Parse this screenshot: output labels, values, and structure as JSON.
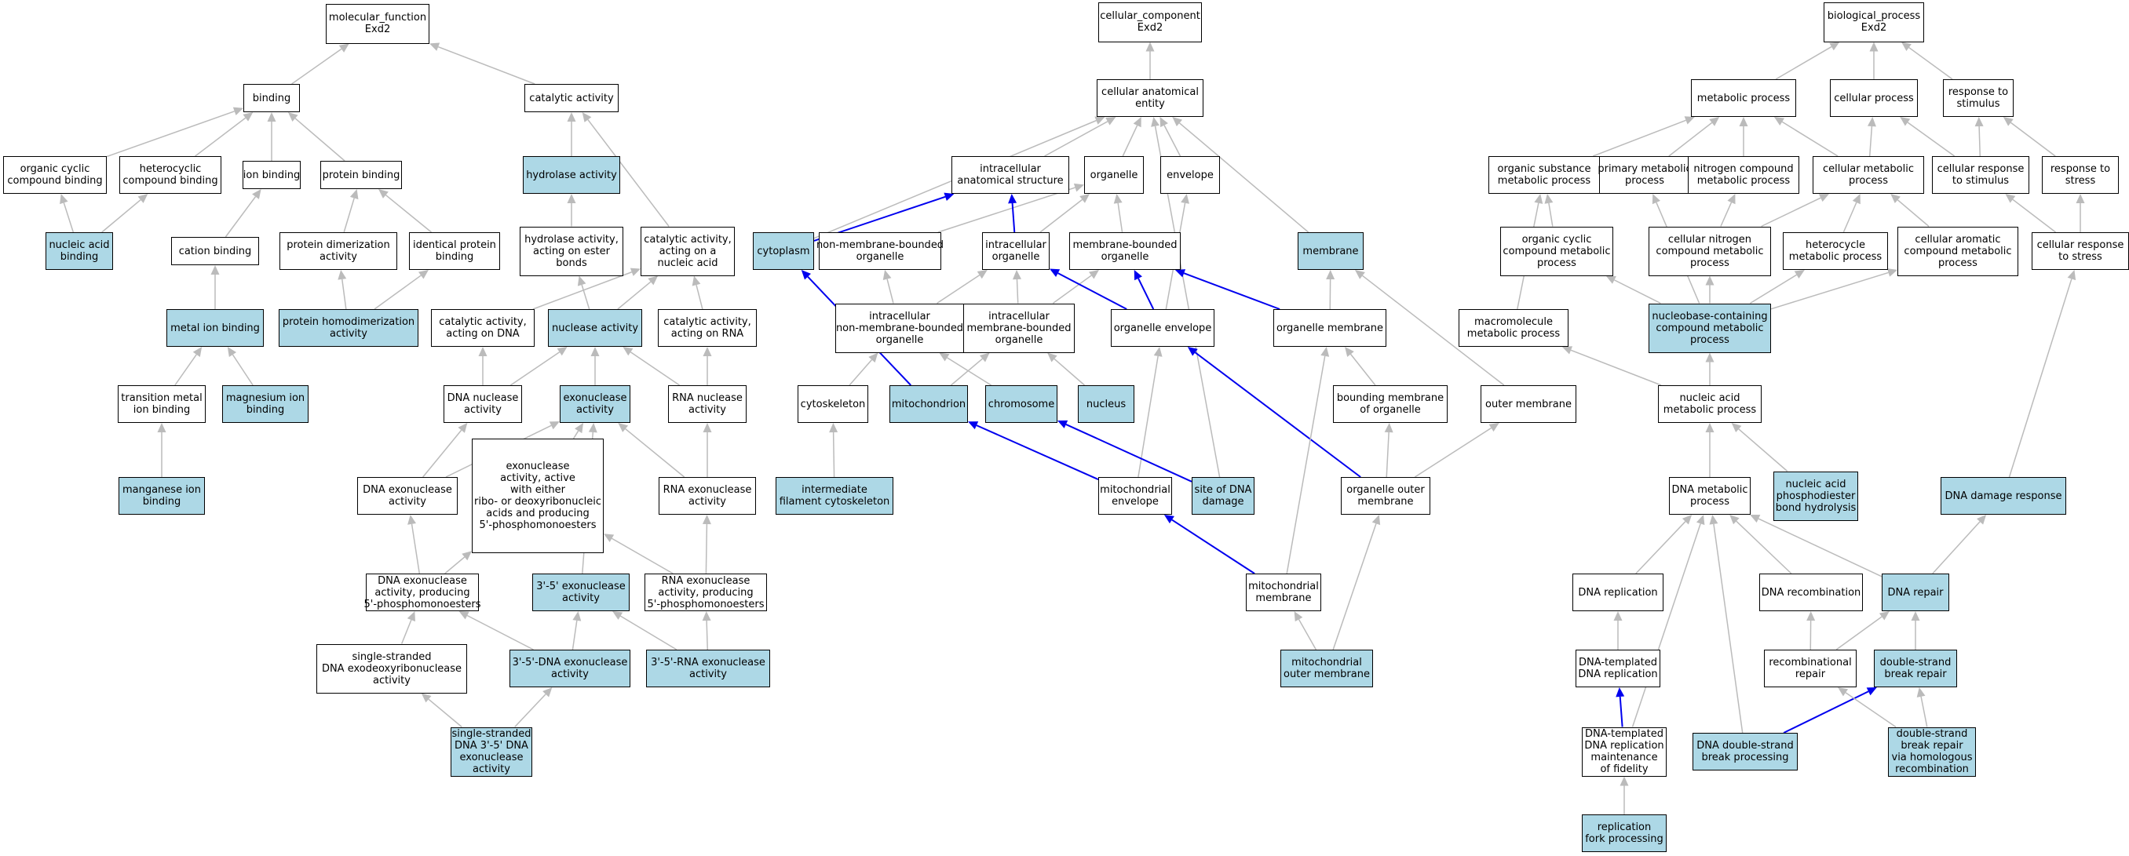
{
  "colors": {
    "node_highlight": "#add8e6",
    "node_plain": "#ffffff",
    "edge_is_a": "#bbbbbb",
    "edge_part_of": "#0000ee"
  },
  "nodes": [
    {
      "id": "mf",
      "label": "molecular_function\nExd2",
      "hl": false
    },
    {
      "id": "binding",
      "label": "binding",
      "hl": false
    },
    {
      "id": "catalytic",
      "label": "catalytic activity",
      "hl": false
    },
    {
      "id": "ocb",
      "label": "organic cyclic\ncompound binding",
      "hl": false
    },
    {
      "id": "hcb",
      "label": "heterocyclic\ncompound binding",
      "hl": false
    },
    {
      "id": "ionb",
      "label": "ion binding",
      "hl": false
    },
    {
      "id": "protb",
      "label": "protein binding",
      "hl": false
    },
    {
      "id": "hydrolase",
      "label": "hydrolase activity",
      "hl": true
    },
    {
      "id": "nab",
      "label": "nucleic acid\nbinding",
      "hl": true
    },
    {
      "id": "cationb",
      "label": "cation binding",
      "hl": false
    },
    {
      "id": "pdimer",
      "label": "protein dimerization\nactivity",
      "hl": false
    },
    {
      "id": "ipb",
      "label": "identical protein\nbinding",
      "hl": false
    },
    {
      "id": "hydroester",
      "label": "hydrolase activity,\nacting on ester\nbonds",
      "hl": false
    },
    {
      "id": "catna",
      "label": "catalytic activity,\nacting on a\nnucleic acid",
      "hl": false
    },
    {
      "id": "metalb",
      "label": "metal ion binding",
      "hl": true
    },
    {
      "id": "phomo",
      "label": "protein homodimerization\nactivity",
      "hl": true
    },
    {
      "id": "catdna",
      "label": "catalytic activity,\nacting on DNA",
      "hl": false
    },
    {
      "id": "nuclease",
      "label": "nuclease activity",
      "hl": true
    },
    {
      "id": "catrna",
      "label": "catalytic activity,\nacting on RNA",
      "hl": false
    },
    {
      "id": "tmb",
      "label": "transition metal\nion binding",
      "hl": false
    },
    {
      "id": "mgb",
      "label": "magnesium ion\nbinding",
      "hl": true
    },
    {
      "id": "dnanuc",
      "label": "DNA nuclease\nactivity",
      "hl": false
    },
    {
      "id": "exonuc",
      "label": "exonuclease\nactivity",
      "hl": true
    },
    {
      "id": "rnanuc",
      "label": "RNA nuclease\nactivity",
      "hl": false
    },
    {
      "id": "mnb",
      "label": "manganese ion\nbinding",
      "hl": true
    },
    {
      "id": "dnaexo",
      "label": "DNA exonuclease\nactivity",
      "hl": false
    },
    {
      "id": "exoribo",
      "label": "exonuclease\nactivity, active\nwith either\nribo- or deoxyribonucleic\nacids and producing\n5'-phosphomonoesters",
      "hl": false
    },
    {
      "id": "rnaexo",
      "label": "RNA exonuclease\nactivity",
      "hl": false
    },
    {
      "id": "dnaexo5p",
      "label": "DNA exonuclease\nactivity, producing\n5'-phosphomonoesters",
      "hl": false
    },
    {
      "id": "exo35",
      "label": "3'-5' exonuclease\nactivity",
      "hl": true
    },
    {
      "id": "rnaexo5p",
      "label": "RNA exonuclease\nactivity, producing\n5'-phosphomonoesters",
      "hl": false
    },
    {
      "id": "ssdnaexo",
      "label": "single-stranded\nDNA exodeoxyribonuclease\nactivity",
      "hl": false
    },
    {
      "id": "dnaexo35",
      "label": "3'-5'-DNA exonuclease\nactivity",
      "hl": true
    },
    {
      "id": "rnaexo35",
      "label": "3'-5'-RNA exonuclease\nactivity",
      "hl": true
    },
    {
      "id": "ssdna35",
      "label": "single-stranded\nDNA 3'-5' DNA\nexonuclease\nactivity",
      "hl": true
    },
    {
      "id": "cc",
      "label": "cellular_component\nExd2",
      "hl": false
    },
    {
      "id": "cae",
      "label": "cellular anatomical\nentity",
      "hl": false
    },
    {
      "id": "ias",
      "label": "intracellular\nanatomical structure",
      "hl": false
    },
    {
      "id": "organelle",
      "label": "organelle",
      "hl": false
    },
    {
      "id": "envelope",
      "label": "envelope",
      "hl": false
    },
    {
      "id": "cytoplasm",
      "label": "cytoplasm",
      "hl": true
    },
    {
      "id": "nmbo",
      "label": "non-membrane-bounded\norganelle",
      "hl": false
    },
    {
      "id": "io",
      "label": "intracellular\norganelle",
      "hl": false
    },
    {
      "id": "mbo",
      "label": "membrane-bounded\norganelle",
      "hl": false
    },
    {
      "id": "membrane",
      "label": "membrane",
      "hl": true
    },
    {
      "id": "inmbo",
      "label": "intracellular\nnon-membrane-bounded\norganelle",
      "hl": false
    },
    {
      "id": "imbo",
      "label": "intracellular\nmembrane-bounded\norganelle",
      "hl": false
    },
    {
      "id": "oenv",
      "label": "organelle envelope",
      "hl": false
    },
    {
      "id": "omem",
      "label": "organelle membrane",
      "hl": false
    },
    {
      "id": "cytoskel",
      "label": "cytoskeleton",
      "hl": false
    },
    {
      "id": "mito",
      "label": "mitochondrion",
      "hl": true
    },
    {
      "id": "chrom",
      "label": "chromosome",
      "hl": true
    },
    {
      "id": "nucleus",
      "label": "nucleus",
      "hl": true
    },
    {
      "id": "bmo",
      "label": "bounding membrane\nof organelle",
      "hl": false
    },
    {
      "id": "outerm",
      "label": "outer membrane",
      "hl": false
    },
    {
      "id": "ifc",
      "label": "intermediate\nfilament cytoskeleton",
      "hl": true
    },
    {
      "id": "mitoenv",
      "label": "mitochondrial\nenvelope",
      "hl": false
    },
    {
      "id": "sdd",
      "label": "site of DNA\ndamage",
      "hl": true
    },
    {
      "id": "oom",
      "label": "organelle outer\nmembrane",
      "hl": false
    },
    {
      "id": "mitomem",
      "label": "mitochondrial\nmembrane",
      "hl": false
    },
    {
      "id": "mom",
      "label": "mitochondrial\nouter membrane",
      "hl": true
    },
    {
      "id": "bp",
      "label": "biological_process\nExd2",
      "hl": false
    },
    {
      "id": "metproc",
      "label": "metabolic process",
      "hl": false
    },
    {
      "id": "cellproc",
      "label": "cellular process",
      "hl": false
    },
    {
      "id": "rts",
      "label": "response to\nstimulus",
      "hl": false
    },
    {
      "id": "osmp",
      "label": "organic substance\nmetabolic process",
      "hl": false
    },
    {
      "id": "pmp",
      "label": "primary metabolic\nprocess",
      "hl": false
    },
    {
      "id": "ncmp",
      "label": "nitrogen compound\nmetabolic process",
      "hl": false
    },
    {
      "id": "cmp",
      "label": "cellular metabolic\nprocess",
      "hl": false
    },
    {
      "id": "crts",
      "label": "cellular response\nto stimulus",
      "hl": false
    },
    {
      "id": "rtstress",
      "label": "response to\nstress",
      "hl": false
    },
    {
      "id": "occmp",
      "label": "organic cyclic\ncompound metabolic\nprocess",
      "hl": false
    },
    {
      "id": "cncmp",
      "label": "cellular nitrogen\ncompound metabolic\nprocess",
      "hl": false
    },
    {
      "id": "hmp",
      "label": "heterocycle\nmetabolic process",
      "hl": false
    },
    {
      "id": "cacmp",
      "label": "cellular aromatic\ncompound metabolic\nprocess",
      "hl": false
    },
    {
      "id": "crtstress",
      "label": "cellular response\nto stress",
      "hl": false
    },
    {
      "id": "mmp",
      "label": "macromolecule\nmetabolic process",
      "hl": false
    },
    {
      "id": "nbcmp",
      "label": "nucleobase-containing\ncompound metabolic\nprocess",
      "hl": true
    },
    {
      "id": "namp",
      "label": "nucleic acid\nmetabolic process",
      "hl": false
    },
    {
      "id": "dnamp",
      "label": "DNA metabolic\nprocess",
      "hl": false
    },
    {
      "id": "napbh",
      "label": "nucleic acid\nphosphodiester\nbond hydrolysis",
      "hl": true
    },
    {
      "id": "ddr",
      "label": "DNA damage response",
      "hl": true
    },
    {
      "id": "dnarep",
      "label": "DNA replication",
      "hl": false
    },
    {
      "id": "dnarecomb",
      "label": "DNA recombination",
      "hl": false
    },
    {
      "id": "dnarepair",
      "label": "DNA repair",
      "hl": true
    },
    {
      "id": "dtdr",
      "label": "DNA-templated\nDNA replication",
      "hl": false
    },
    {
      "id": "recrep",
      "label": "recombinational\nrepair",
      "hl": false
    },
    {
      "id": "dsbr",
      "label": "double-strand\nbreak repair",
      "hl": true
    },
    {
      "id": "dtdrmf",
      "label": "DNA-templated\nDNA replication\nmaintenance\nof fidelity",
      "hl": false
    },
    {
      "id": "dsbp",
      "label": "DNA double-strand\nbreak processing",
      "hl": true
    },
    {
      "id": "dsbrhr",
      "label": "double-strand\nbreak repair\nvia homologous\nrecombination",
      "hl": true
    },
    {
      "id": "rfp",
      "label": "replication\nfork processing",
      "hl": true
    }
  ],
  "edges": [
    [
      "binding",
      "mf",
      "is_a"
    ],
    [
      "catalytic",
      "mf",
      "is_a"
    ],
    [
      "ocb",
      "binding",
      "is_a"
    ],
    [
      "hcb",
      "binding",
      "is_a"
    ],
    [
      "ionb",
      "binding",
      "is_a"
    ],
    [
      "protb",
      "binding",
      "is_a"
    ],
    [
      "hydrolase",
      "catalytic",
      "is_a"
    ],
    [
      "catna",
      "catalytic",
      "is_a"
    ],
    [
      "nab",
      "ocb",
      "is_a"
    ],
    [
      "nab",
      "hcb",
      "is_a"
    ],
    [
      "cationb",
      "ionb",
      "is_a"
    ],
    [
      "metalb",
      "cationb",
      "is_a"
    ],
    [
      "pdimer",
      "protb",
      "is_a"
    ],
    [
      "ipb",
      "protb",
      "is_a"
    ],
    [
      "phomo",
      "pdimer",
      "is_a"
    ],
    [
      "phomo",
      "ipb",
      "is_a"
    ],
    [
      "hydroester",
      "hydrolase",
      "is_a"
    ],
    [
      "catdna",
      "catna",
      "is_a"
    ],
    [
      "catrna",
      "catna",
      "is_a"
    ],
    [
      "nuclease",
      "hydroester",
      "is_a"
    ],
    [
      "nuclease",
      "catna",
      "is_a"
    ],
    [
      "tmb",
      "metalb",
      "is_a"
    ],
    [
      "mgb",
      "metalb",
      "is_a"
    ],
    [
      "mnb",
      "tmb",
      "is_a"
    ],
    [
      "dnanuc",
      "catdna",
      "is_a"
    ],
    [
      "dnanuc",
      "nuclease",
      "is_a"
    ],
    [
      "exonuc",
      "nuclease",
      "is_a"
    ],
    [
      "rnanuc",
      "nuclease",
      "is_a"
    ],
    [
      "rnanuc",
      "catrna",
      "is_a"
    ],
    [
      "dnaexo",
      "dnanuc",
      "is_a"
    ],
    [
      "dnaexo",
      "exonuc",
      "is_a"
    ],
    [
      "exoribo",
      "exonuc",
      "is_a"
    ],
    [
      "rnaexo",
      "rnanuc",
      "is_a"
    ],
    [
      "rnaexo",
      "exonuc",
      "is_a"
    ],
    [
      "dnaexo5p",
      "dnaexo",
      "is_a"
    ],
    [
      "dnaexo5p",
      "exoribo",
      "is_a"
    ],
    [
      "exo35",
      "exonuc",
      "is_a"
    ],
    [
      "rnaexo5p",
      "rnaexo",
      "is_a"
    ],
    [
      "rnaexo5p",
      "exoribo",
      "is_a"
    ],
    [
      "ssdnaexo",
      "dnaexo5p",
      "is_a"
    ],
    [
      "dnaexo35",
      "dnaexo5p",
      "is_a"
    ],
    [
      "dnaexo35",
      "exo35",
      "is_a"
    ],
    [
      "rnaexo35",
      "rnaexo5p",
      "is_a"
    ],
    [
      "rnaexo35",
      "exo35",
      "is_a"
    ],
    [
      "ssdna35",
      "ssdnaexo",
      "is_a"
    ],
    [
      "ssdna35",
      "dnaexo35",
      "is_a"
    ],
    [
      "cae",
      "cc",
      "is_a"
    ],
    [
      "ias",
      "cae",
      "is_a"
    ],
    [
      "organelle",
      "cae",
      "is_a"
    ],
    [
      "envelope",
      "cae",
      "is_a"
    ],
    [
      "cytoplasm",
      "cae",
      "is_a"
    ],
    [
      "membrane",
      "cae",
      "is_a"
    ],
    [
      "sdd",
      "cae",
      "is_a"
    ],
    [
      "cytoplasm",
      "ias",
      "part_of"
    ],
    [
      "nmbo",
      "organelle",
      "is_a"
    ],
    [
      "io",
      "organelle",
      "is_a"
    ],
    [
      "mbo",
      "organelle",
      "is_a"
    ],
    [
      "io",
      "ias",
      "part_of"
    ],
    [
      "inmbo",
      "nmbo",
      "is_a"
    ],
    [
      "inmbo",
      "io",
      "is_a"
    ],
    [
      "imbo",
      "io",
      "is_a"
    ],
    [
      "imbo",
      "mbo",
      "is_a"
    ],
    [
      "oenv",
      "envelope",
      "is_a"
    ],
    [
      "oenv",
      "io",
      "part_of"
    ],
    [
      "oenv",
      "mbo",
      "part_of"
    ],
    [
      "omem",
      "membrane",
      "is_a"
    ],
    [
      "omem",
      "mbo",
      "part_of"
    ],
    [
      "cytoskel",
      "inmbo",
      "is_a"
    ],
    [
      "mito",
      "imbo",
      "is_a"
    ],
    [
      "mito",
      "cytoplasm",
      "part_of"
    ],
    [
      "chrom",
      "inmbo",
      "is_a"
    ],
    [
      "nucleus",
      "imbo",
      "is_a"
    ],
    [
      "bmo",
      "omem",
      "is_a"
    ],
    [
      "outerm",
      "membrane",
      "is_a"
    ],
    [
      "ifc",
      "cytoskel",
      "is_a"
    ],
    [
      "mitoenv",
      "oenv",
      "is_a"
    ],
    [
      "mitoenv",
      "mito",
      "part_of"
    ],
    [
      "sdd",
      "chrom",
      "part_of"
    ],
    [
      "oom",
      "bmo",
      "is_a"
    ],
    [
      "oom",
      "outerm",
      "is_a"
    ],
    [
      "oom",
      "oenv",
      "part_of"
    ],
    [
      "mitomem",
      "omem",
      "is_a"
    ],
    [
      "mitomem",
      "mitoenv",
      "part_of"
    ],
    [
      "mom",
      "mitomem",
      "is_a"
    ],
    [
      "mom",
      "oom",
      "is_a"
    ],
    [
      "metproc",
      "bp",
      "is_a"
    ],
    [
      "cellproc",
      "bp",
      "is_a"
    ],
    [
      "rts",
      "bp",
      "is_a"
    ],
    [
      "osmp",
      "metproc",
      "is_a"
    ],
    [
      "pmp",
      "metproc",
      "is_a"
    ],
    [
      "ncmp",
      "metproc",
      "is_a"
    ],
    [
      "cmp",
      "metproc",
      "is_a"
    ],
    [
      "cmp",
      "cellproc",
      "is_a"
    ],
    [
      "crts",
      "cellproc",
      "is_a"
    ],
    [
      "crts",
      "rts",
      "is_a"
    ],
    [
      "rtstress",
      "rts",
      "is_a"
    ],
    [
      "occmp",
      "osmp",
      "is_a"
    ],
    [
      "cncmp",
      "ncmp",
      "is_a"
    ],
    [
      "cncmp",
      "cmp",
      "is_a"
    ],
    [
      "hmp",
      "cmp",
      "is_a"
    ],
    [
      "cacmp",
      "cmp",
      "is_a"
    ],
    [
      "crtstress",
      "crts",
      "is_a"
    ],
    [
      "crtstress",
      "rtstress",
      "is_a"
    ],
    [
      "mmp",
      "osmp",
      "is_a"
    ],
    [
      "nbcmp",
      "pmp",
      "is_a"
    ],
    [
      "nbcmp",
      "occmp",
      "is_a"
    ],
    [
      "nbcmp",
      "cncmp",
      "is_a"
    ],
    [
      "nbcmp",
      "hmp",
      "is_a"
    ],
    [
      "nbcmp",
      "cacmp",
      "is_a"
    ],
    [
      "namp",
      "mmp",
      "is_a"
    ],
    [
      "namp",
      "nbcmp",
      "is_a"
    ],
    [
      "dnamp",
      "namp",
      "is_a"
    ],
    [
      "napbh",
      "namp",
      "is_a"
    ],
    [
      "ddr",
      "crtstress",
      "is_a"
    ],
    [
      "dnarep",
      "dnamp",
      "is_a"
    ],
    [
      "dnarecomb",
      "dnamp",
      "is_a"
    ],
    [
      "dnarepair",
      "dnamp",
      "is_a"
    ],
    [
      "dnarepair",
      "ddr",
      "is_a"
    ],
    [
      "dtdr",
      "dnarep",
      "is_a"
    ],
    [
      "recrep",
      "dnarecomb",
      "is_a"
    ],
    [
      "recrep",
      "dnarepair",
      "is_a"
    ],
    [
      "dsbr",
      "dnarepair",
      "is_a"
    ],
    [
      "dtdrmf",
      "dnamp",
      "is_a"
    ],
    [
      "dtdrmf",
      "dtdr",
      "part_of"
    ],
    [
      "dsbp",
      "dnamp",
      "is_a"
    ],
    [
      "dsbp",
      "dsbr",
      "part_of"
    ],
    [
      "dsbrhr",
      "recrep",
      "is_a"
    ],
    [
      "dsbrhr",
      "dsbr",
      "is_a"
    ],
    [
      "rfp",
      "dtdrmf",
      "is_a"
    ]
  ]
}
